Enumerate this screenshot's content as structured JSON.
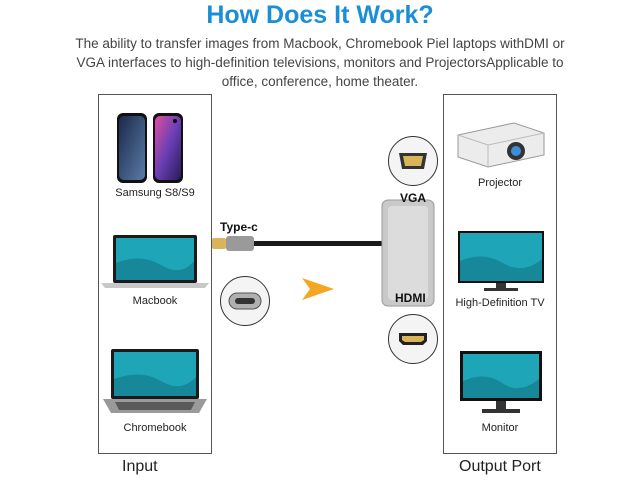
{
  "header": {
    "title": "How Does It Work?",
    "description": "The ability to transfer images from Macbook, Chromebook Piel laptops withDMI or VGA interfaces to high-definition televisions, monitors and ProjectorsApplicable to office, conference, home theater."
  },
  "input": {
    "label": "Input",
    "devices": [
      {
        "label": "Samsung S8/S9",
        "icon": "smartphone-icon"
      },
      {
        "label": "Macbook",
        "icon": "laptop-icon"
      },
      {
        "label": "Chromebook",
        "icon": "laptop-icon"
      }
    ]
  },
  "output": {
    "label": "Output Port",
    "devices": [
      {
        "label": "Projector",
        "icon": "projector-icon"
      },
      {
        "label": "High-Definition TV",
        "icon": "tv-icon"
      },
      {
        "label": "Monitor",
        "icon": "monitor-icon"
      }
    ]
  },
  "adapter": {
    "connector_label": "Type-c",
    "vga_label": "VGA",
    "hdmi_label": "HDMI"
  },
  "colors": {
    "title": "#1a8fd6",
    "arrow": "#f5a623",
    "screen": "#1fa5b8"
  }
}
